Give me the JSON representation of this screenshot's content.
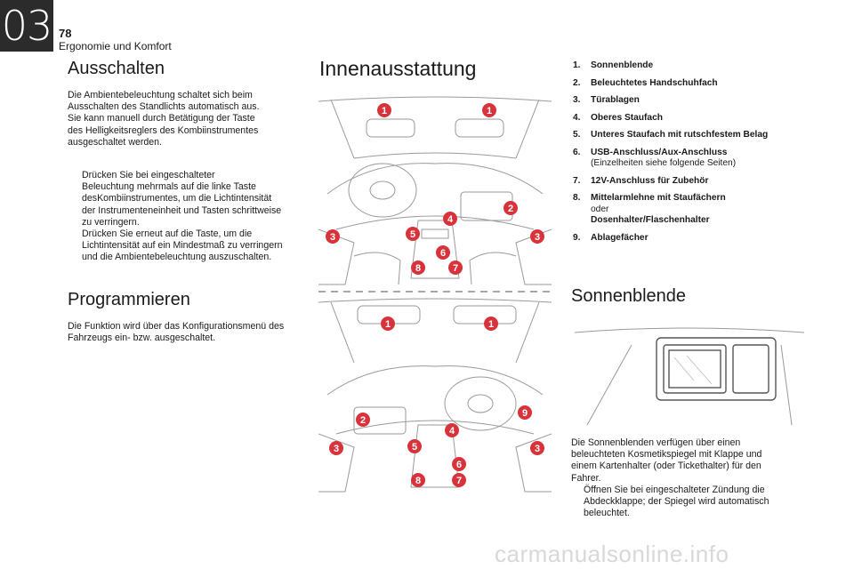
{
  "header": {
    "chapter": "03",
    "page_number": "78",
    "section": "Ergonomie und Komfort"
  },
  "left_column": {
    "ausschalten": {
      "heading": "Ausschalten",
      "paragraph_lines": [
        "Die Ambientebeleuchtung schaltet sich beim",
        "Ausschalten des Standlichts automatisch aus.",
        "Sie kann manuell durch Betätigung der Taste",
        "des Helligkeitsreglers des Kombiinstrumentes",
        "ausgeschaltet werden."
      ],
      "bullets": [
        {
          "mark": "",
          "lines": [
            "Drücken Sie bei eingeschalteter",
            "Beleuchtung mehrmals auf die linke Taste",
            "desKombiinstrumentes, um die Lichtintensität",
            "der Instrumenteneinheit und Tasten schrittweise",
            "zu verringern."
          ]
        },
        {
          "mark": "",
          "lines": [
            "Drücken Sie erneut auf die Taste, um die",
            "Lichtintensität auf ein Mindestmaß zu verringern",
            "und die Ambientebeleuchtung auszuschalten."
          ]
        }
      ]
    },
    "programmieren": {
      "heading": "Programmieren",
      "paragraph_lines": [
        "Die Funktion wird über das Konfigurationsmenü des",
        "Fahrzeugs ein- bzw. ausgeschaltet."
      ]
    }
  },
  "middle_column": {
    "heading": "Innenausstattung",
    "callouts_top": [
      "1",
      "1",
      "2",
      "3",
      "3",
      "4",
      "5",
      "6",
      "7",
      "8"
    ],
    "callouts_bottom": [
      "1",
      "1",
      "2",
      "3",
      "3",
      "4",
      "5",
      "6",
      "7",
      "8",
      "9"
    ]
  },
  "right_column": {
    "items": [
      {
        "num": "1.",
        "label": "Sonnenblende"
      },
      {
        "num": "2.",
        "label": "Beleuchtetes Handschuhfach"
      },
      {
        "num": "3.",
        "label": "Türablagen"
      },
      {
        "num": "4.",
        "label": "Oberes Staufach"
      },
      {
        "num": "5.",
        "label": "Unteres Staufach mit rutschfestem Belag"
      },
      {
        "num": "6.",
        "label": "USB-Anschluss/Aux-Anschluss",
        "sub": "(Einzelheiten siehe folgende Seiten)"
      },
      {
        "num": "7.",
        "label": "12V-Anschluss für Zubehör"
      },
      {
        "num": "8.",
        "label": "Mittelarmlehne mit Staufächern",
        "sub": "oder",
        "label2": "Dosenhalter/Flaschenhalter"
      },
      {
        "num": "9.",
        "label": "Ablagefächer"
      }
    ],
    "sonnenblende": {
      "heading": "Sonnenblende",
      "paragraph_lines": [
        "Die Sonnenblenden verfügen über einen",
        "beleuchteten Kosmetikspiegel mit Klappe und",
        "einem Kartenhalter (oder Tickethalter) für den",
        "Fahrer."
      ],
      "bullet": {
        "mark": "",
        "lines": [
          "Öffnen Sie bei eingeschalteter Zündung die",
          "Abdeckklappe; der Spiegel wird automatisch",
          "beleuchtet."
        ]
      }
    }
  },
  "watermark": "carmanualsonline.info",
  "colors": {
    "callout": "#d8323a",
    "chapter_box": "#2b2b2b",
    "line_art": "#9a9a9a"
  }
}
